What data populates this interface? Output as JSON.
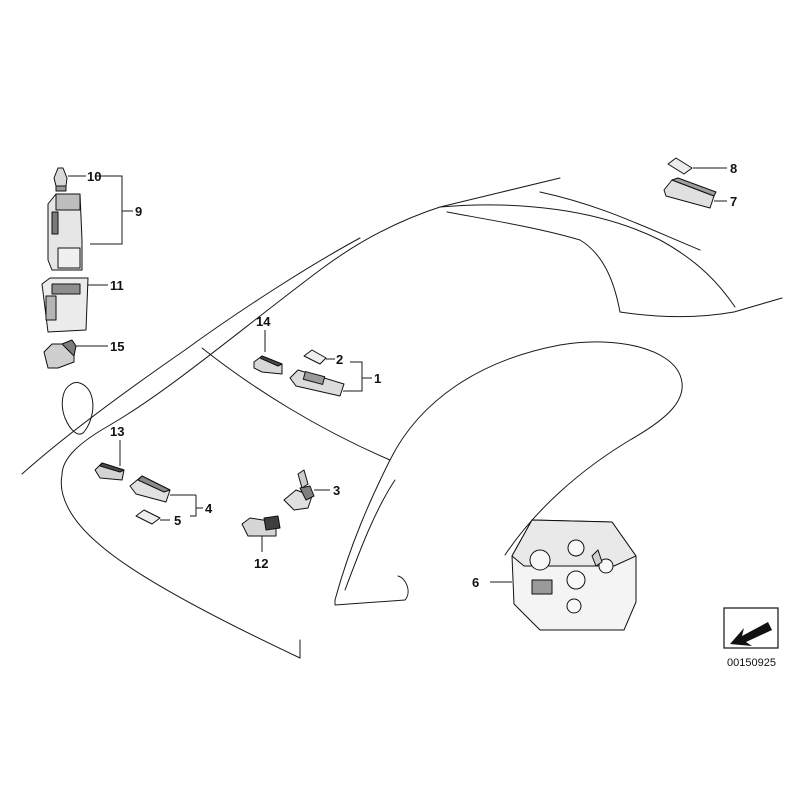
{
  "callouts": {
    "c1": "1",
    "c2": "2",
    "c3": "3",
    "c4": "4",
    "c5": "5",
    "c6": "6",
    "c7": "7",
    "c8": "8",
    "c9": "9",
    "c10": "10",
    "c11": "11",
    "c12": "12",
    "c13": "13",
    "c14": "14",
    "c15": "15"
  },
  "reference_number": "00150925",
  "icons": {
    "orientation": "arrow-icon"
  }
}
